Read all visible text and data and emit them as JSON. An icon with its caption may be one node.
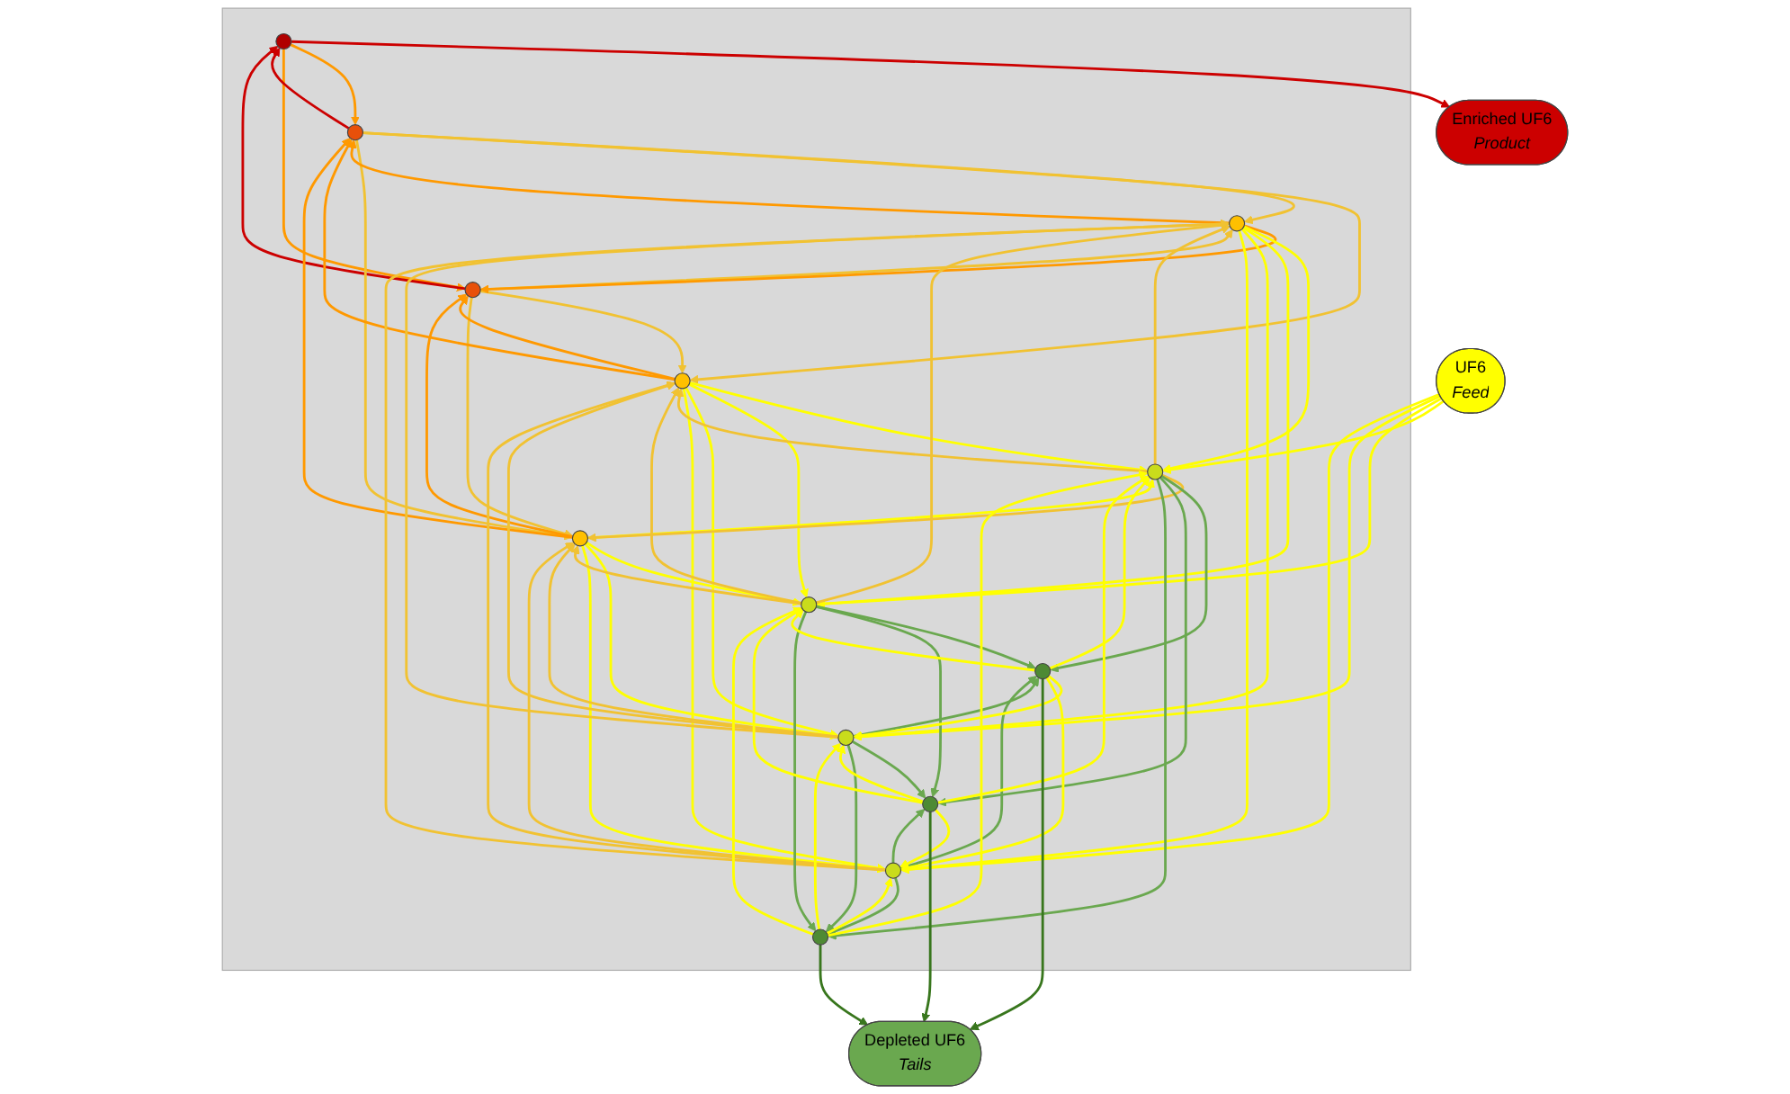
{
  "diagram": {
    "nodes": [
      {
        "text": [],
        "shape": "triangle"
      },
      {
        "text": [
          "Enriched UF6",
          "Product"
        ]
      },
      {
        "text": [],
        "shape": "circle",
        "in": 0
      },
      {
        "text": [],
        "shape": "circle",
        "in": 0
      },
      {
        "text": [],
        "shape": "circle",
        "in": 0
      },
      {
        "text": [],
        "shape": "circle",
        "in": 0
      },
      {
        "text": [],
        "shape": "circle",
        "in": 0
      },
      {
        "text": [],
        "shape": "circle",
        "in": 0
      },
      {
        "text": [
          "UF6",
          "Feed"
        ]
      },
      {
        "text": [],
        "shape": "circle",
        "in": 0
      },
      {
        "text": [],
        "shape": "circle",
        "in": 0
      },
      {
        "text": [],
        "shape": "circle",
        "in": 0
      },
      {
        "text": [],
        "shape": "circle",
        "in": 0
      },
      {
        "text": [],
        "shape": "circle",
        "in": 0
      },
      {
        "text": [],
        "shape": "circle",
        "in": 0
      },
      {
        "text": [],
        "shape": "circle",
        "in": 0
      },
      {
        "text": [
          "Depleted UF6",
          "Tails"
        ]
      }
    ],
    "edges": [
      {
        "from": 8,
        "to": 9,
        "arrow": "to"
      },
      {
        "from": 8,
        "to": 10,
        "arrow": "to"
      },
      {
        "from": 8,
        "to": 11,
        "arrow": "to"
      },
      {
        "from": 8,
        "to": 12,
        "arrow": "to"
      },
      {
        "from": 2,
        "to": 1,
        "arrow": "to",
        "color": "#cc0000"
      },
      {
        "from": 2,
        "to": 3,
        "arrow": "to",
        "color": "#ff9900"
      },
      {
        "from": 2,
        "to": 4,
        "arrow": "to",
        "color": "#ff9900"
      },
      {
        "from": 3,
        "to": 2,
        "arrow": "to",
        "color": "#cc0000"
      },
      {
        "from": 4,
        "to": 2,
        "arrow": "to",
        "color": "#cc0000"
      },
      {
        "from": 3,
        "to": 5,
        "arrow": "to",
        "color": "#f1c232"
      },
      {
        "from": 3,
        "to": 6,
        "arrow": "to",
        "color": "#f1c232"
      },
      {
        "from": 3,
        "to": 7,
        "arrow": "to",
        "color": "#f1c232"
      },
      {
        "from": 4,
        "to": 5,
        "arrow": "to",
        "color": "#f1c232"
      },
      {
        "from": 4,
        "to": 6,
        "arrow": "to",
        "color": "#f1c232"
      },
      {
        "from": 4,
        "to": 7,
        "arrow": "to",
        "color": "#f1c232"
      },
      {
        "from": 5,
        "to": 3,
        "arrow": "to",
        "color": "#ff9900"
      },
      {
        "from": 5,
        "to": 4,
        "arrow": "to",
        "color": "#ff9900"
      },
      {
        "from": 6,
        "to": 3,
        "arrow": "to",
        "color": "#ff9900"
      },
      {
        "from": 6,
        "to": 4,
        "arrow": "to",
        "color": "#ff9900"
      },
      {
        "from": 7,
        "to": 3,
        "arrow": "to",
        "color": "#ff9900"
      },
      {
        "from": 7,
        "to": 4,
        "arrow": "to",
        "color": "#ff9900"
      },
      {
        "from": 5,
        "to": 9,
        "arrow": "to"
      },
      {
        "from": 5,
        "to": 10,
        "arrow": "to"
      },
      {
        "from": 5,
        "to": 11,
        "arrow": "to"
      },
      {
        "from": 5,
        "to": 12,
        "arrow": "to"
      },
      {
        "from": 6,
        "to": 9,
        "arrow": "to"
      },
      {
        "from": 6,
        "to": 10,
        "arrow": "to"
      },
      {
        "from": 6,
        "to": 11,
        "arrow": "to"
      },
      {
        "from": 6,
        "to": 12,
        "arrow": "to"
      },
      {
        "from": 7,
        "to": 9,
        "arrow": "to"
      },
      {
        "from": 7,
        "to": 10,
        "arrow": "to"
      },
      {
        "from": 7,
        "to": 11,
        "arrow": "to"
      },
      {
        "from": 7,
        "to": 12,
        "arrow": "to"
      },
      {
        "from": 9,
        "to": 5,
        "arrow": "to",
        "color": "#f1c232"
      },
      {
        "from": 9,
        "to": 6,
        "arrow": "to",
        "color": "#f1c232"
      },
      {
        "from": 9,
        "to": 7,
        "arrow": "to",
        "color": "#f1c232"
      },
      {
        "from": 10,
        "to": 5,
        "arrow": "to",
        "color": "#f1c232"
      },
      {
        "from": 10,
        "to": 6,
        "arrow": "to",
        "color": "#f1c232"
      },
      {
        "from": 10,
        "to": 7,
        "arrow": "to",
        "color": "#f1c232"
      },
      {
        "from": 11,
        "to": 5,
        "arrow": "to",
        "color": "#f1c232"
      },
      {
        "from": 11,
        "to": 6,
        "arrow": "to",
        "color": "#f1c232"
      },
      {
        "from": 11,
        "to": 7,
        "arrow": "to",
        "color": "#f1c232"
      },
      {
        "from": 12,
        "to": 5,
        "arrow": "to",
        "color": "#f1c232"
      },
      {
        "from": 12,
        "to": 6,
        "arrow": "to",
        "color": "#f1c232"
      },
      {
        "from": 12,
        "to": 7,
        "arrow": "to",
        "color": "#f1c232"
      },
      {
        "from": 9,
        "to": 13,
        "arrow": "to",
        "color": "#6aa84f"
      },
      {
        "from": 9,
        "to": 14,
        "arrow": "to",
        "color": "#6aa84f"
      },
      {
        "from": 9,
        "to": 15,
        "arrow": "to",
        "color": "#6aa84f"
      },
      {
        "from": 10,
        "to": 13,
        "arrow": "to",
        "color": "#6aa84f"
      },
      {
        "from": 10,
        "to": 14,
        "arrow": "to",
        "color": "#6aa84f"
      },
      {
        "from": 10,
        "to": 15,
        "arrow": "to",
        "color": "#6aa84f"
      },
      {
        "from": 11,
        "to": 13,
        "arrow": "to",
        "color": "#6aa84f"
      },
      {
        "from": 11,
        "to": 14,
        "arrow": "to",
        "color": "#6aa84f"
      },
      {
        "from": 11,
        "to": 15,
        "arrow": "to",
        "color": "#6aa84f"
      },
      {
        "from": 12,
        "to": 13,
        "arrow": "to",
        "color": "#6aa84f"
      },
      {
        "from": 12,
        "to": 14,
        "arrow": "to",
        "color": "#6aa84f"
      },
      {
        "from": 12,
        "to": 15,
        "arrow": "to",
        "color": "#6aa84f"
      },
      {
        "from": 13,
        "to": 9,
        "arrow": "to"
      },
      {
        "from": 13,
        "to": 10,
        "arrow": "to"
      },
      {
        "from": 13,
        "to": 11,
        "arrow": "to"
      },
      {
        "from": 13,
        "to": 12,
        "arrow": "to"
      },
      {
        "from": 14,
        "to": 9,
        "arrow": "to"
      },
      {
        "from": 14,
        "to": 10,
        "arrow": "to"
      },
      {
        "from": 14,
        "to": 11,
        "arrow": "to"
      },
      {
        "from": 14,
        "to": 12,
        "arrow": "to"
      },
      {
        "from": 15,
        "to": 9,
        "arrow": "to"
      },
      {
        "from": 15,
        "to": 10,
        "arrow": "to"
      },
      {
        "from": 15,
        "to": 11,
        "arrow": "to"
      },
      {
        "from": 15,
        "to": 12,
        "arrow": "to"
      },
      {
        "from": 13,
        "to": 16,
        "arrow": "to",
        "color": "#38761d"
      },
      {
        "from": 14,
        "to": 16,
        "arrow": "to",
        "color": "#38761d"
      },
      {
        "from": 15,
        "to": 16,
        "arrow": "to",
        "color": "#38761d"
      }
    ]
  }
}
